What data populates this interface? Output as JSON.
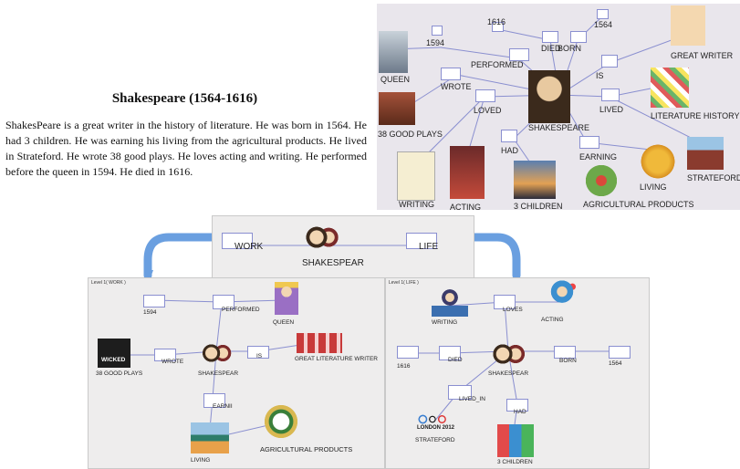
{
  "article": {
    "title": "Shakespeare (1564-1616)",
    "paragraph": "ShakesPeare is a great writer in the history of literature. He was born in 1564. He had 3 children. He was earning his living from the agricultural products. He lived in Strateford. He wrote 38 good plays. He loves acting and writing. He performed before the queen in 1594. He died in 1616."
  },
  "top_map": {
    "labels": {
      "n1616": "1616",
      "n1564": "1564",
      "died": "DIED",
      "born": "BORN",
      "n1594": "1594",
      "performed": "PERFORMED",
      "queen": "QUEEN",
      "great_writer": "GREAT WRITER",
      "is": "IS",
      "wrote": "WROTE",
      "loved": "LOVED",
      "lived": "LIVED",
      "literature_history": "LITERATURE HISTORY",
      "good_plays": "38 GOOD PLAYS",
      "shakespeare": "SHAKESPEARE",
      "had": "HAD",
      "earning": "EARNING",
      "strateford": "STRATEFORD",
      "living": "LIVING",
      "writing": "WRITING",
      "acting": "ACTING",
      "children": "3 CHILDREN",
      "agri": "AGRICULTURAL PRODUCTS"
    }
  },
  "center_map": {
    "work": "WORK",
    "life": "LIFE",
    "shakespear": "SHAKESPEAR"
  },
  "work_map": {
    "level": "Level 1( WORK )",
    "labels": {
      "n1594": "1594",
      "performed": "PERFORMED",
      "queen": "QUEEN",
      "plays": "38 GOOD PLAYS",
      "wrote": "WROTE",
      "shakespear": "SHAKESPEAR",
      "is": "IS",
      "great_lit": "GREAT LITERATURE WRITER",
      "earning": "EARNII",
      "living": "LIVING",
      "agri": "AGRICULTURAL PRODUCTS",
      "wicked_logo": "WICKED"
    }
  },
  "life_map": {
    "level": "Level 1( LIFE )",
    "labels": {
      "writing": "WRITING",
      "loves": "LOVES",
      "acting": "ACTING",
      "n1616": "1616",
      "died": "DIED",
      "shakespear": "SHAKESPEAR",
      "born": "BORN",
      "n1564": "1564",
      "lived_in": "LIVED_IN",
      "had": "HAD",
      "strateford": "STRATEFORD",
      "children": "3 CHILDREN",
      "london_logo": "LONDON 2012"
    }
  },
  "colors": {
    "node_border": "#8a8fd0",
    "edge": "#8a8fd0",
    "arrow": "#6a9fe0",
    "panel": "#eeeded"
  }
}
